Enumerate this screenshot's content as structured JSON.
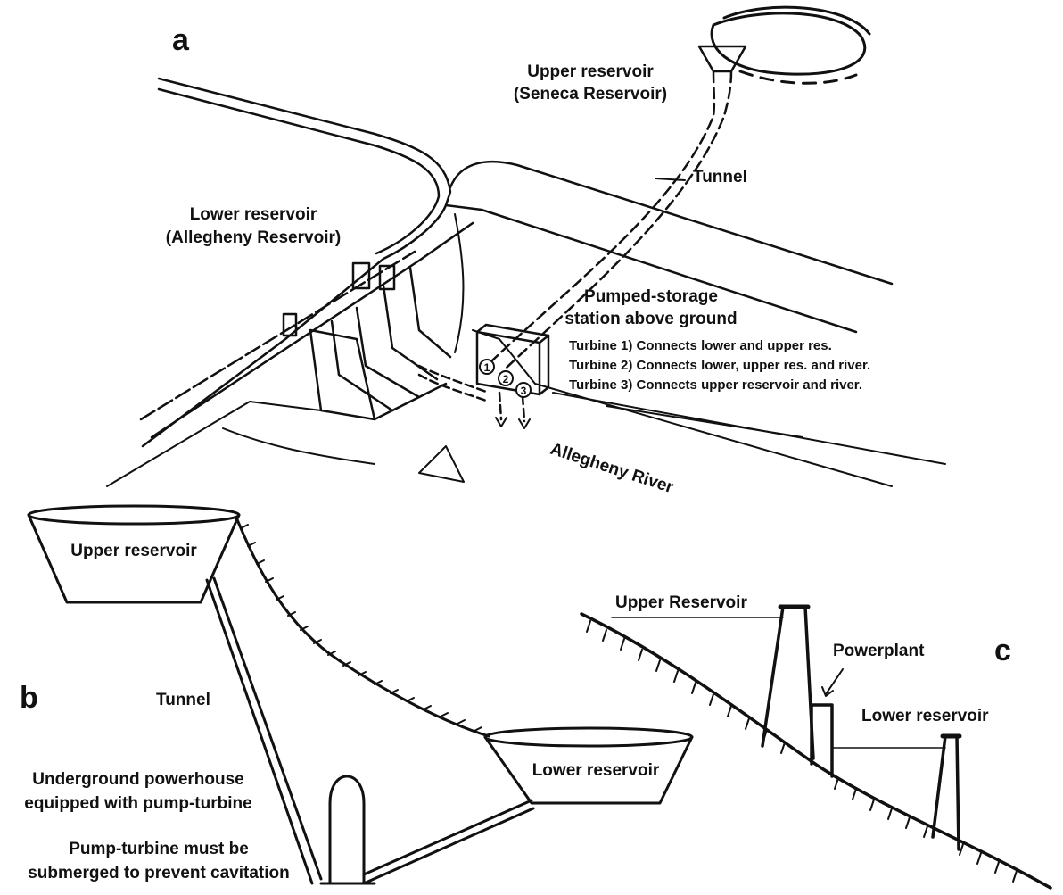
{
  "panel_a": {
    "letter": "a",
    "upper_reservoir": [
      "Upper reservoir",
      "(Seneca Reservoir)"
    ],
    "tunnel": "Tunnel",
    "lower_reservoir": [
      "Lower reservoir",
      "(Allegheny Reservoir)"
    ],
    "station": [
      "Pumped-storage",
      "station above ground"
    ],
    "turbines": [
      "Turbine 1) Connects lower and upper res.",
      "Turbine 2) Connects lower, upper res. and river.",
      "Turbine 3) Connects upper reservoir and river."
    ],
    "turbine_markers": [
      "1",
      "2",
      "3"
    ],
    "river": "Allegheny River"
  },
  "panel_b": {
    "letter": "b",
    "upper_reservoir": "Upper reservoir",
    "tunnel": "Tunnel",
    "lower_reservoir": "Lower reservoir",
    "powerhouse": [
      "Underground powerhouse",
      "equipped with pump-turbine"
    ],
    "submerged": [
      "Pump-turbine must be",
      "submerged to prevent cavitation"
    ]
  },
  "panel_c": {
    "letter": "c",
    "upper_reservoir": "Upper Reservoir",
    "powerplant": "Powerplant",
    "lower_reservoir": "Lower reservoir"
  }
}
